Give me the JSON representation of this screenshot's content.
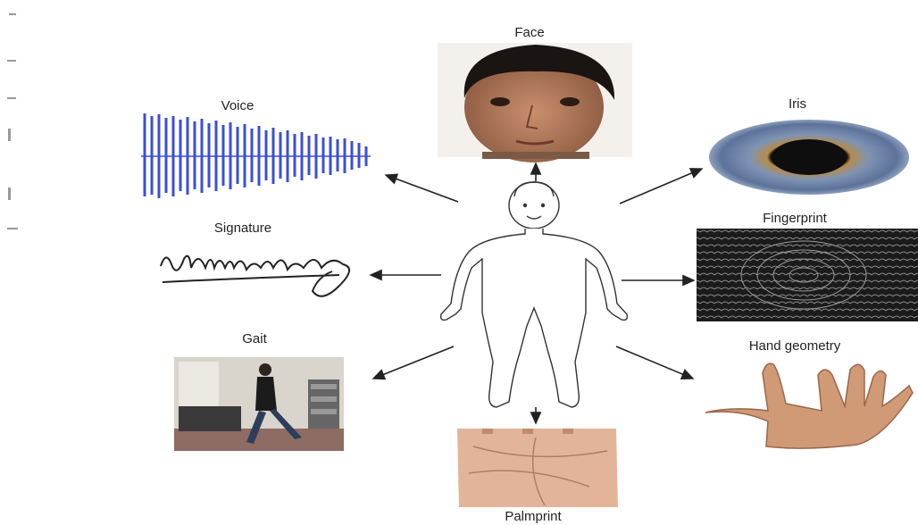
{
  "labels": {
    "face": "Face",
    "voice": "Voice",
    "iris": "Iris",
    "signature": "Signature",
    "fingerprint": "Fingerprint",
    "gait": "Gait",
    "hand_geometry": "Hand geometry",
    "palmprint": "Palmprint"
  },
  "colors": {
    "arrow": "#222222",
    "voice_wave": "#3b4fd8",
    "skin": "#c9906b",
    "iris_ring": "#6e86a8"
  }
}
